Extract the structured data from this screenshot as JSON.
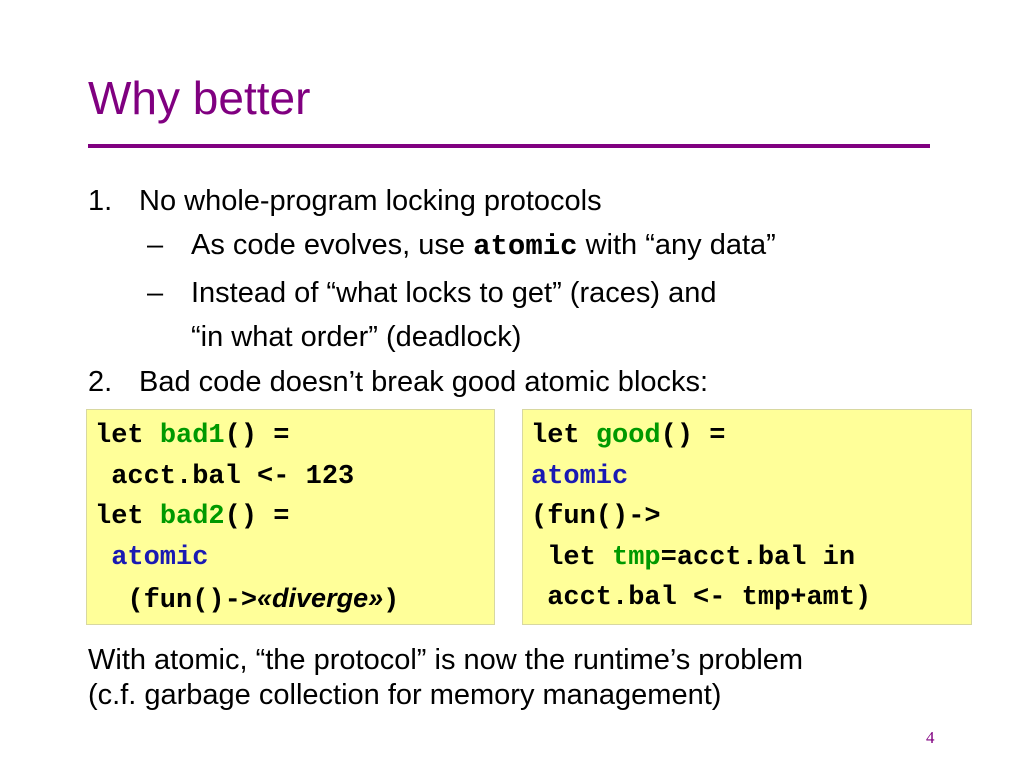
{
  "slide": {
    "title": "Why better",
    "page_number": "4"
  },
  "points": [
    {
      "number": "1.",
      "text": "No whole-program locking protocols",
      "subpoints": [
        {
          "dash": "–",
          "before": "As code evolves, use ",
          "code": "atomic",
          "after": " with “any data”"
        },
        {
          "dash": "–",
          "line1": "Instead of “what locks to get” (races) and",
          "line2": "“in what order” (deadlock)"
        }
      ]
    },
    {
      "number": "2.",
      "text": "Bad code doesn’t break good atomic blocks:"
    }
  ],
  "code_left": {
    "l1_kw": "let ",
    "l1_name": "bad1",
    "l1_rest": "() =",
    "l2": " acct.bal <- 123",
    "l3_kw": "let ",
    "l3_name": "bad2",
    "l3_rest": "() =",
    "l4_pre": " ",
    "l4_atomic": "atomic",
    "l5_pre": "  (fun()->",
    "l5_italic": "«diverge»",
    "l5_post": ")"
  },
  "code_right": {
    "l1_kw": "let ",
    "l1_name": "good",
    "l1_rest": "() =",
    "l2_atomic": "atomic",
    "l3": "(fun()->",
    "l4_pre": " let ",
    "l4_tmp": "tmp",
    "l4_post": "=acct.bal in",
    "l5": " acct.bal <- tmp+amt)"
  },
  "footer": {
    "line1": "With atomic, “the protocol” is now the runtime’s problem",
    "line2": "(c.f. garbage collection for memory management)"
  },
  "colors": {
    "title": "#800080",
    "code_bg": "#ffff99",
    "green_keyword": "#009900",
    "blue_keyword": "#1a1ab3"
  }
}
